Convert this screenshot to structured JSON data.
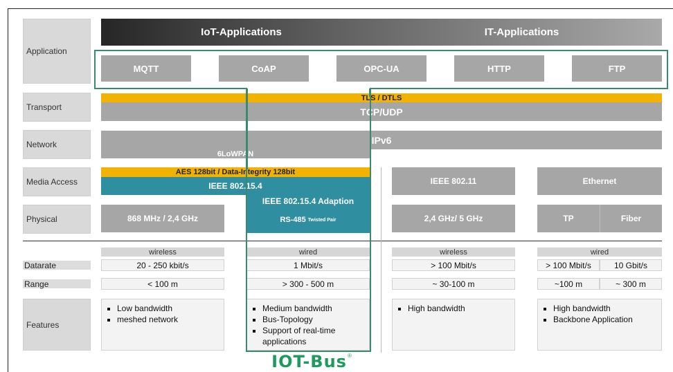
{
  "layers": {
    "application": "Application",
    "transport": "Transport",
    "network": "Network",
    "media_access": "Media Access",
    "physical": "Physical"
  },
  "headers": {
    "iot": "IoT-Applications",
    "it": "IT-Applications"
  },
  "protocols": [
    "MQTT",
    "CoAP",
    "OPC-UA",
    "HTTP",
    "FTP"
  ],
  "transport": {
    "security": "TLS / DTLS",
    "protocol": "TCP/UDP"
  },
  "network": {
    "ip": "IPv6",
    "lowpan": "6LoWPAN"
  },
  "media_access": {
    "aes": "AES 128bit / Data-Integrity 128bit",
    "ieee_154": "IEEE 802.15.4",
    "ieee_154_adaption": "IEEE 802.15.4 Adaption",
    "ieee_80211": "IEEE 802.11",
    "ethernet": "Ethernet"
  },
  "physical": {
    "freq_868": "868 MHz / 2,4 GHz",
    "rs485": "RS-485",
    "rs485_note": "Twisted Pair",
    "wifi_freq": "2,4 GHz/ 5 GHz",
    "tp": "TP",
    "fiber": "Fiber"
  },
  "metrics": {
    "datarate": "Datarate",
    "range": "Range",
    "features": "Features"
  },
  "columns": [
    {
      "medium": "wireless",
      "datarate": "20 - 250 kbit/s",
      "range": "< 100 m",
      "features": [
        "Low bandwidth",
        "meshed network"
      ]
    },
    {
      "medium": "wired",
      "datarate": "1 Mbit/s",
      "range": "> 300 - 500 m",
      "features": [
        "Medium bandwidth",
        "Bus-Topology",
        "Support of real-time applications"
      ]
    },
    {
      "medium": "wireless",
      "datarate": "> 100 Mbit/s",
      "range": "~ 30-100 m",
      "features": [
        "High bandwidth"
      ]
    },
    {
      "medium": "wired",
      "datarate_a": "> 100 Mbit/s",
      "datarate_b": "10 Gbit/s",
      "range_a": "~100 m",
      "range_b": "~ 300 m",
      "features": [
        "High bandwidth",
        "Backbone Application"
      ]
    }
  ],
  "logo": {
    "text": "IOT-Bus",
    "registered": "®"
  },
  "colors": {
    "accent_teal": "#2f8ea0",
    "highlight_yellow": "#f2b300",
    "outline_green": "#3a8a6e",
    "logo_green": "#1f9a5e"
  }
}
